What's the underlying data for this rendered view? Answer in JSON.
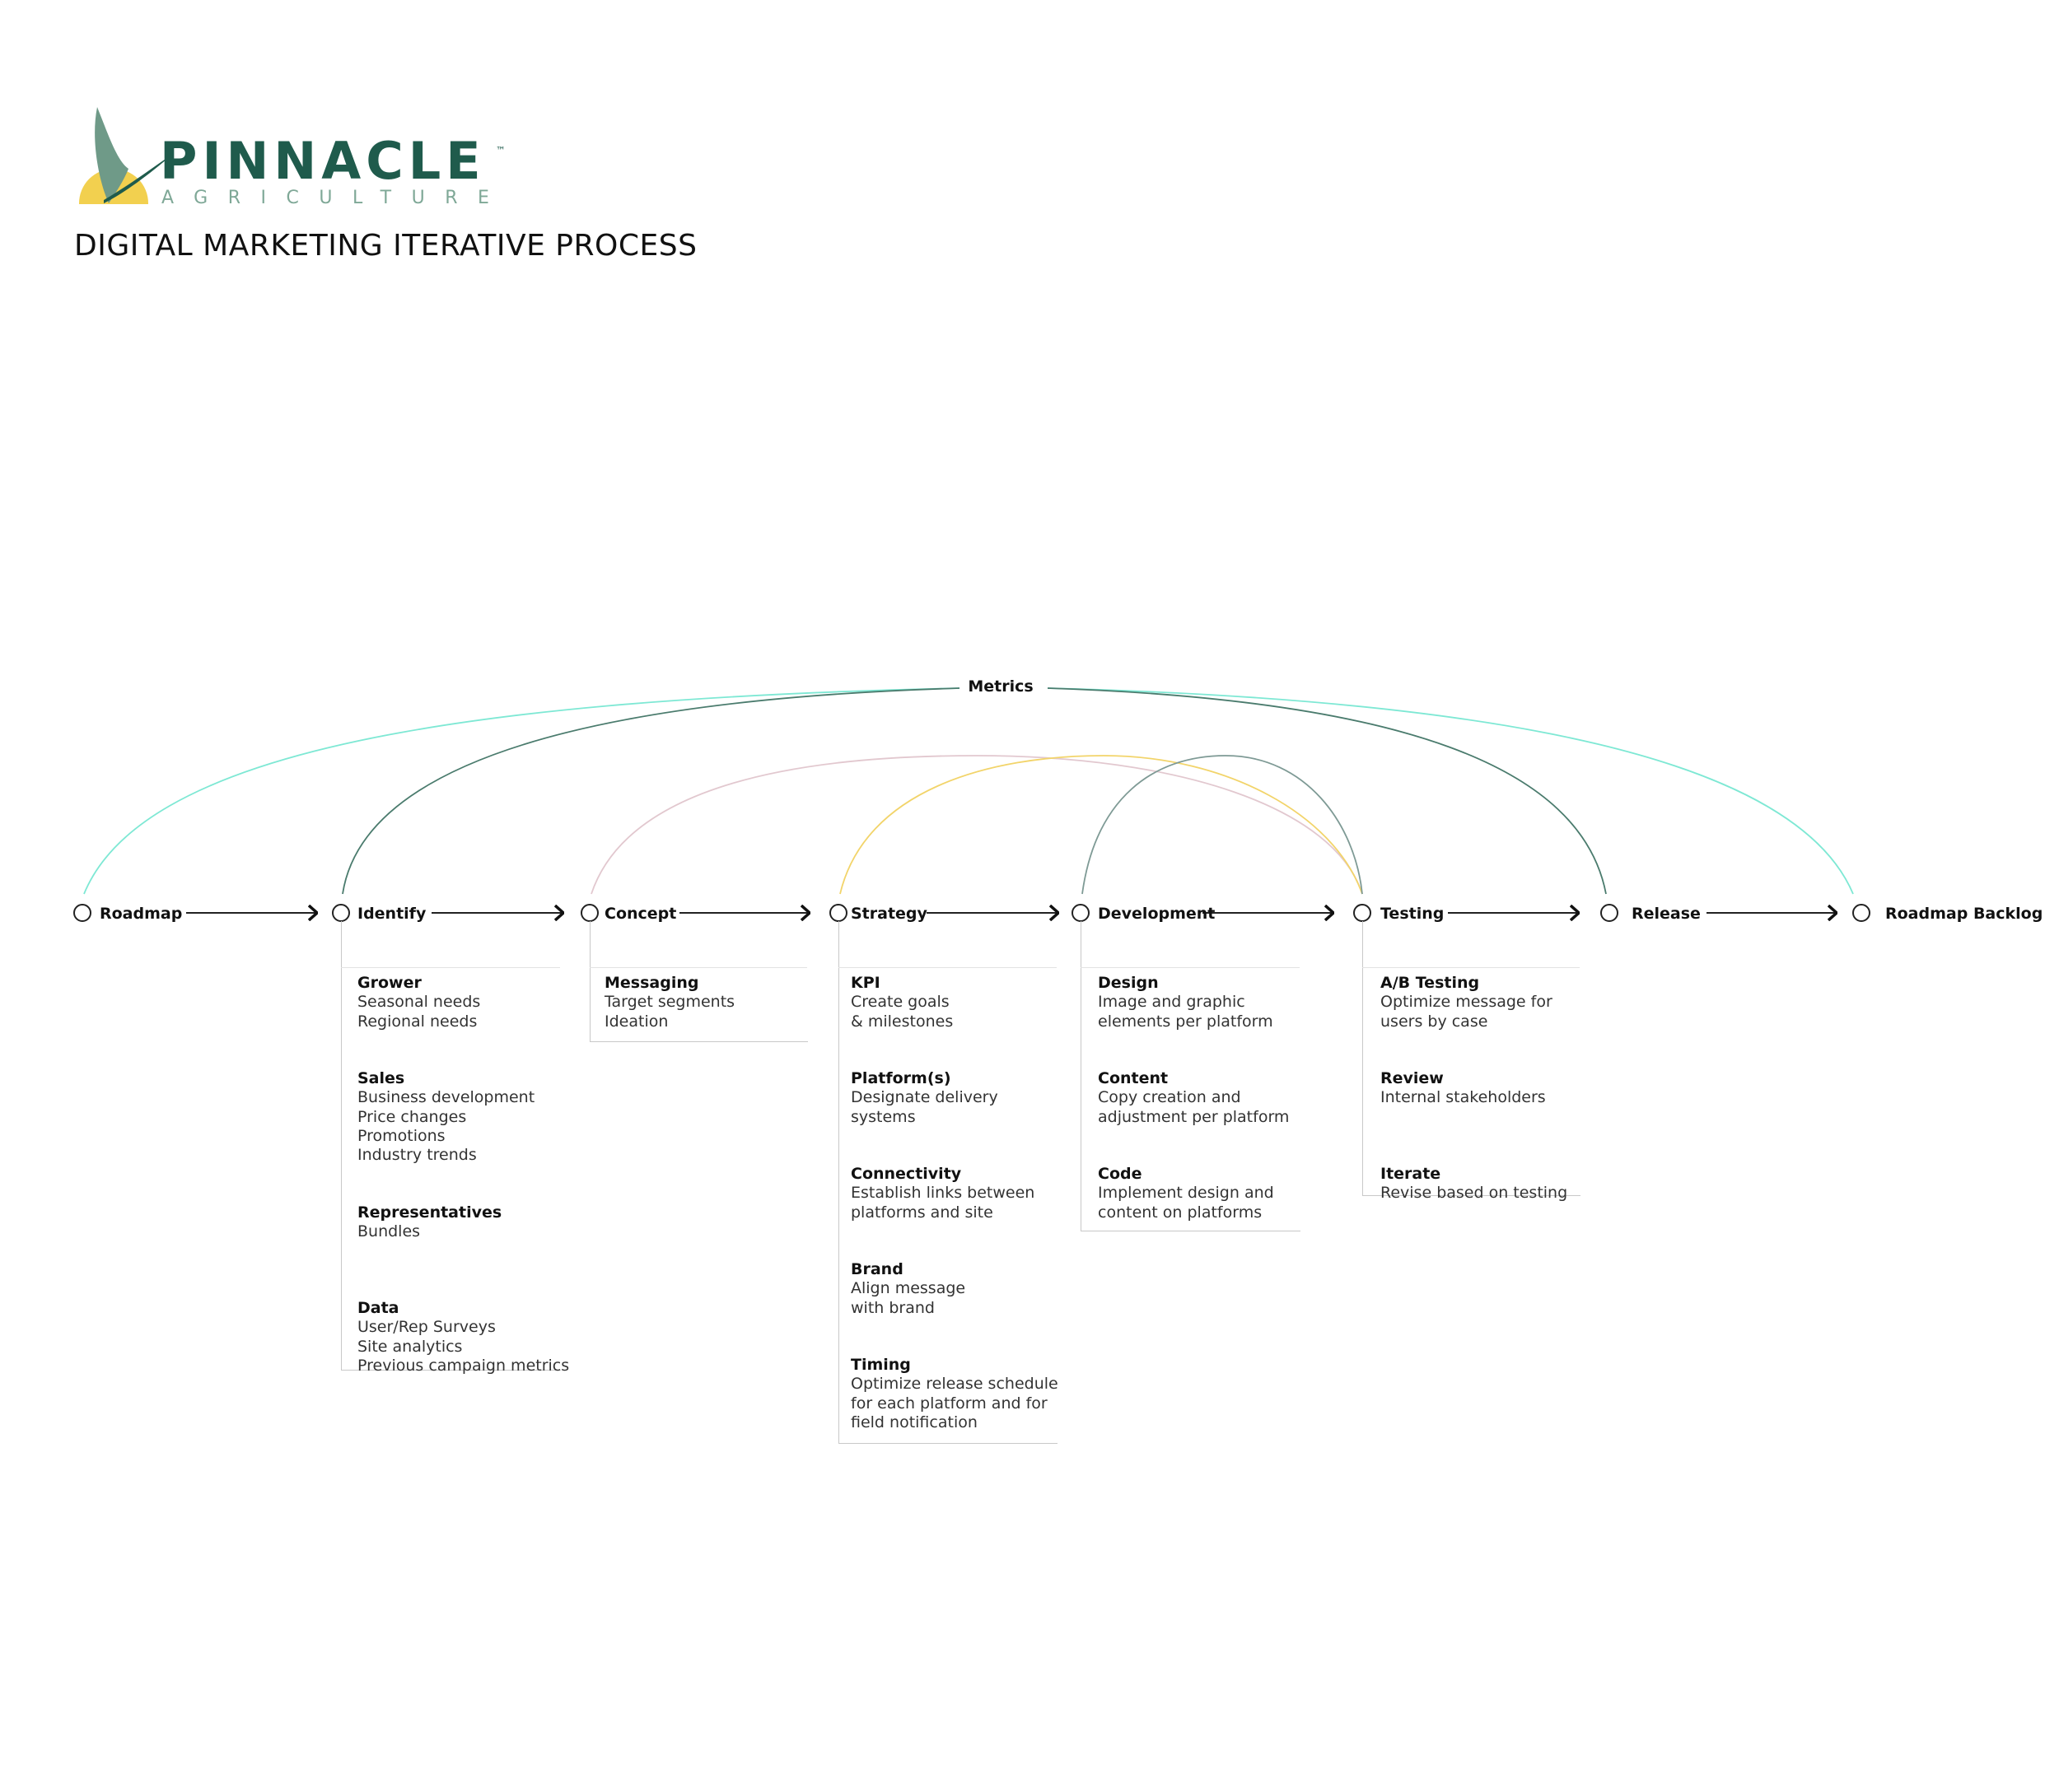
{
  "brand": {
    "name": "PINNACLE",
    "sub": "AGRICULTURE",
    "tm": "™",
    "colors": {
      "green": "#1f5b4c",
      "sage": "#7fa897",
      "sun": "#f2d04f",
      "leaf": "#6f9a88"
    }
  },
  "title": "DIGITAL MARKETING ITERATIVE PROCESS",
  "metrics_label": "Metrics",
  "stages": [
    {
      "label": "Roadmap"
    },
    {
      "label": "Identify"
    },
    {
      "label": "Concept"
    },
    {
      "label": "Strategy"
    },
    {
      "label": "Development"
    },
    {
      "label": "Testing"
    },
    {
      "label": "Release"
    },
    {
      "label": "Roadmap Backlog"
    }
  ],
  "arc_colors": {
    "teal": "#7ee8d4",
    "dark_green": "#4a7b6d",
    "pink": "#e2c8cf",
    "yellow": "#f2d46a",
    "slate": "#7e9a95"
  },
  "details": [
    {
      "stage": "Identify",
      "groups": [
        {
          "title": "Grower",
          "items": [
            "Seasonal needs",
            "Regional needs"
          ]
        },
        {
          "title": "Sales",
          "items": [
            "Business development",
            "Price changes",
            "Promotions",
            "Industry trends"
          ]
        },
        {
          "title": "Representatives",
          "items": [
            "Bundles"
          ]
        },
        {
          "title": "Data",
          "items": [
            "User/Rep Surveys",
            "Site analytics",
            "Previous campaign metrics"
          ]
        }
      ]
    },
    {
      "stage": "Concept",
      "groups": [
        {
          "title": "Messaging",
          "items": [
            "Target segments",
            "Ideation"
          ]
        }
      ]
    },
    {
      "stage": "Strategy",
      "groups": [
        {
          "title": "KPI",
          "items": [
            "Create goals",
            "& milestones"
          ]
        },
        {
          "title": "Platform(s)",
          "items": [
            "Designate delivery",
            "systems"
          ]
        },
        {
          "title": "Connectivity",
          "items": [
            "Establish links between",
            "platforms and site"
          ]
        },
        {
          "title": "Brand",
          "items": [
            "Align message",
            "with brand"
          ]
        },
        {
          "title": "Timing",
          "items": [
            "Optimize release schedule",
            "for each platform and for",
            "field notification"
          ]
        }
      ]
    },
    {
      "stage": "Development",
      "groups": [
        {
          "title": "Design",
          "items": [
            "Image and graphic",
            "elements per platform"
          ]
        },
        {
          "title": "Content",
          "items": [
            "Copy creation and",
            "adjustment per platform"
          ]
        },
        {
          "title": "Code",
          "items": [
            "Implement design and",
            "content on platforms"
          ]
        }
      ]
    },
    {
      "stage": "Testing",
      "groups": [
        {
          "title": "A/B Testing",
          "items": [
            "Optimize message for",
            "users by case"
          ]
        },
        {
          "title": "Review",
          "items": [
            "Internal stakeholders"
          ]
        },
        {
          "title": "Iterate",
          "items": [
            "Revise based on testing"
          ]
        }
      ]
    }
  ]
}
